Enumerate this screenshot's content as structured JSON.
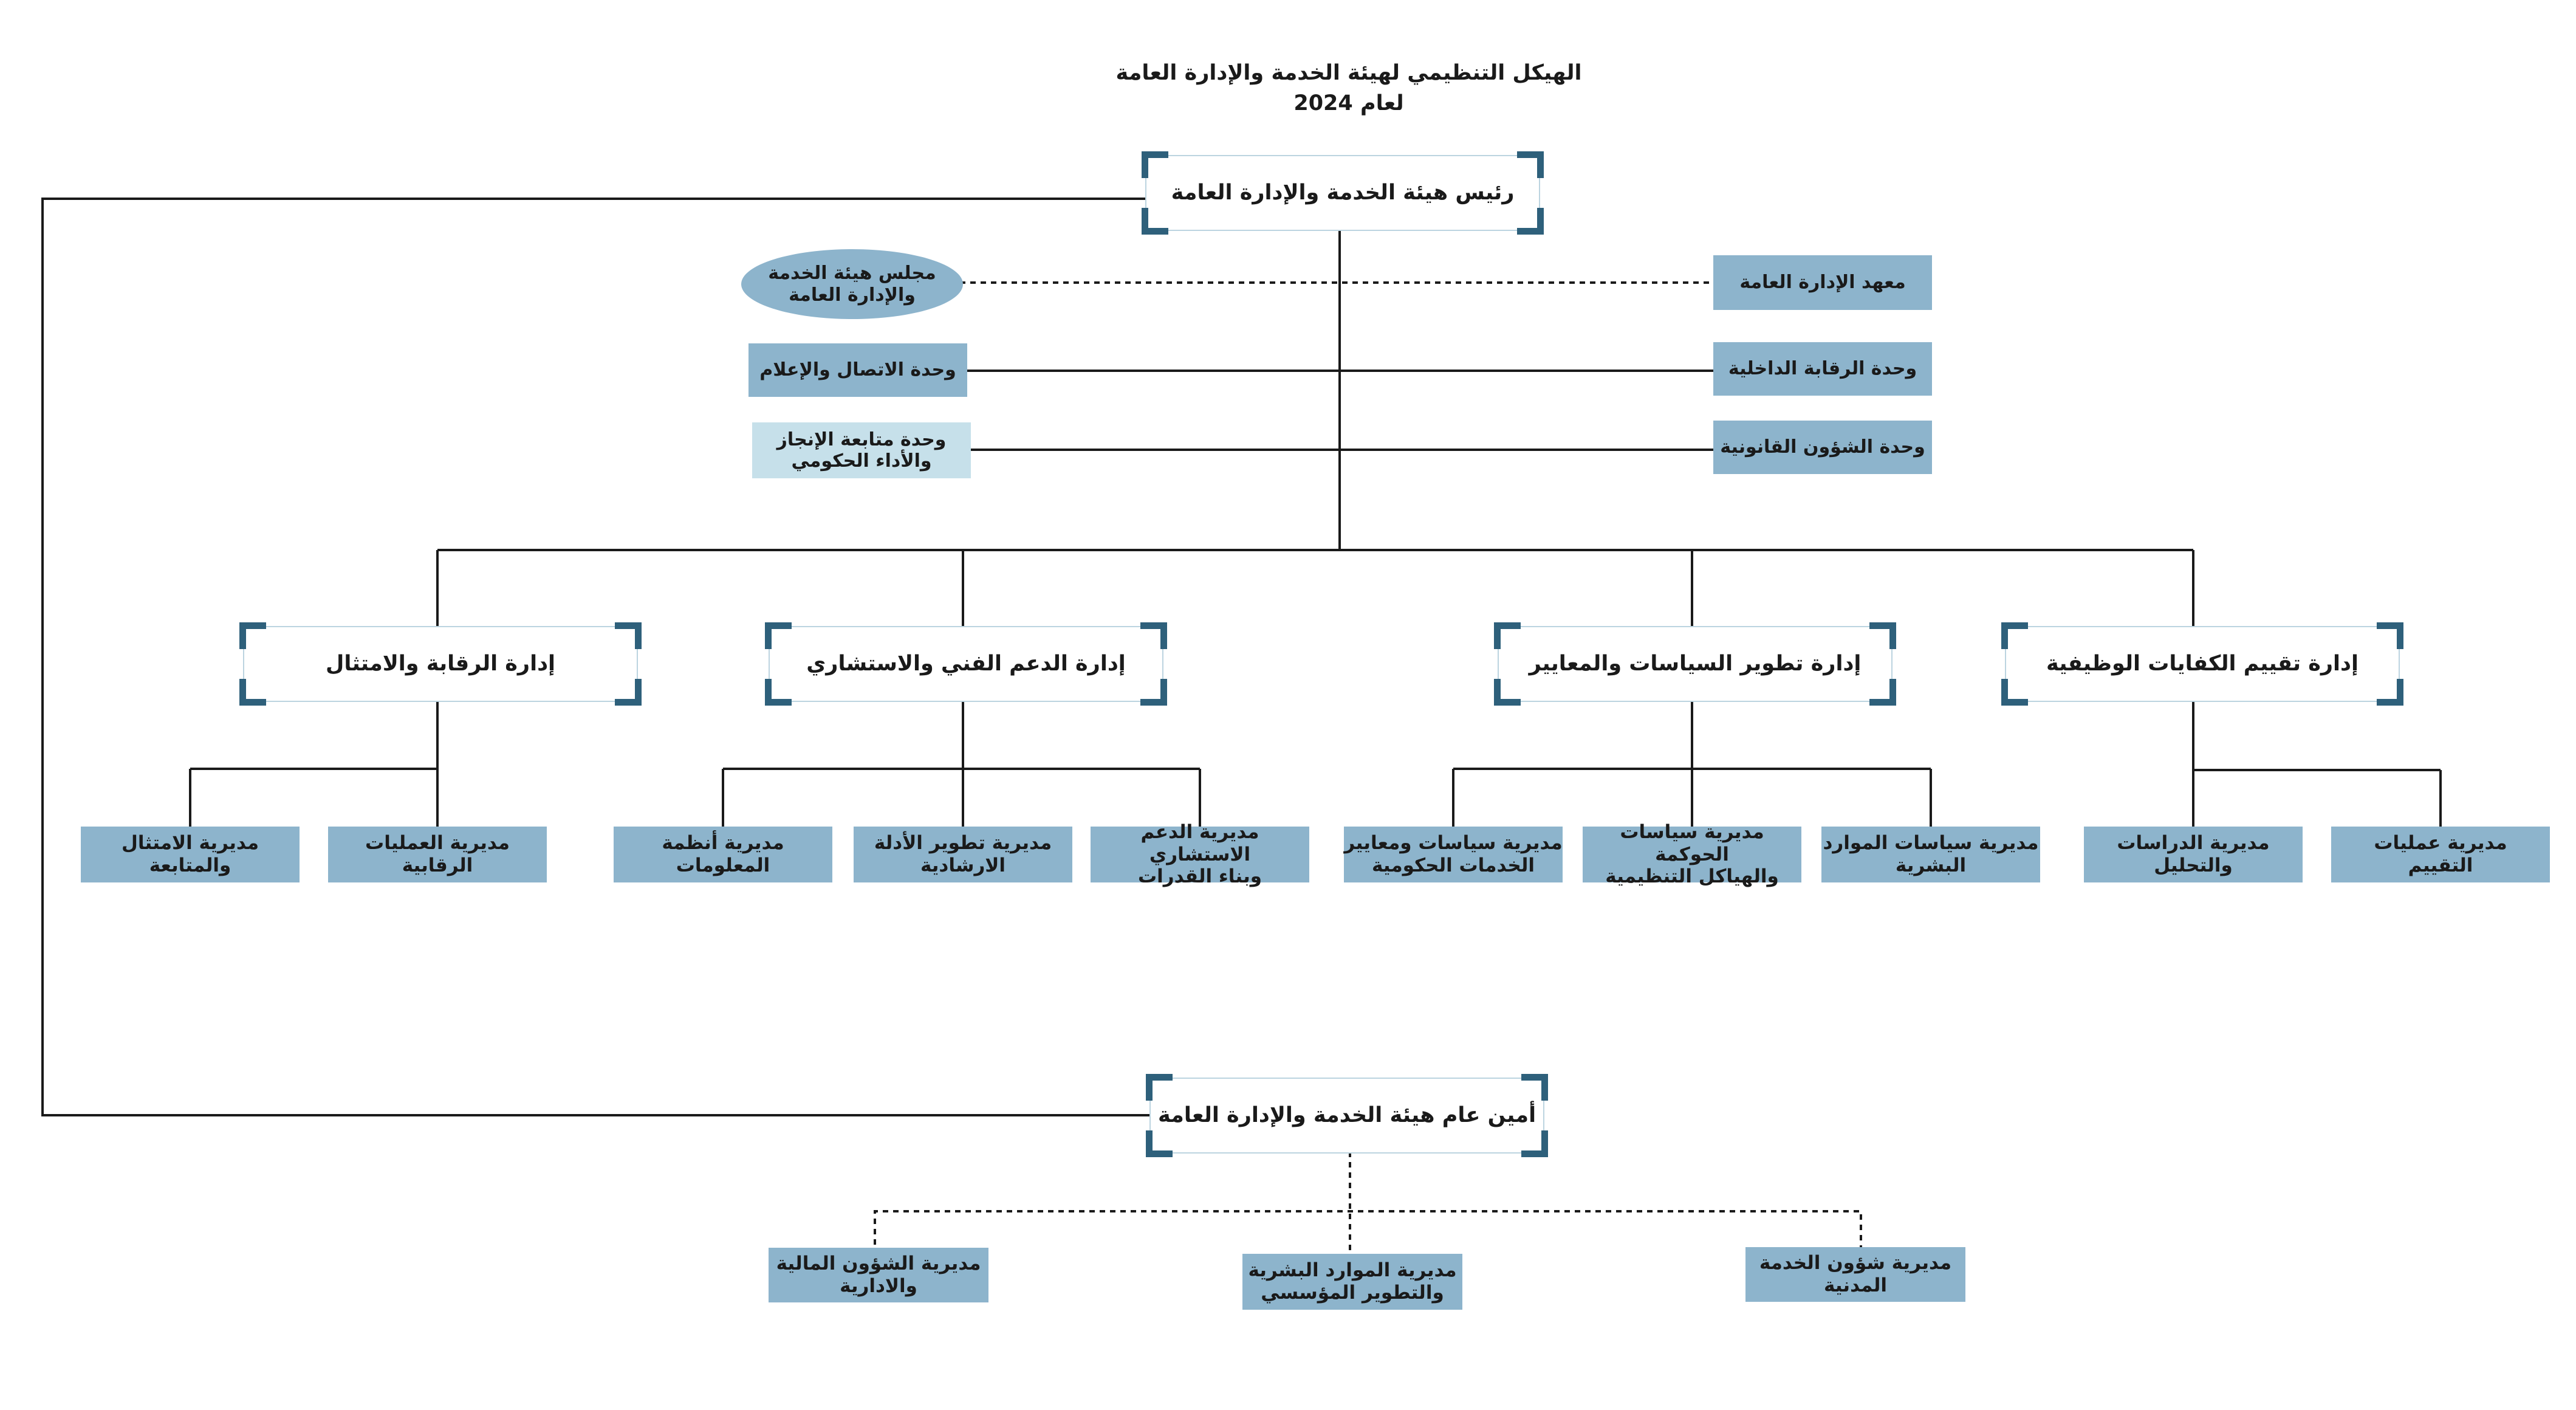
{
  "title": {
    "line1": "الهيكل التنظيمي لهيئة الخدمة والإدارة العامة",
    "line2": "لعام 2024"
  },
  "president": "رئيس هيئة الخدمة والإدارة العامة",
  "secretary_general": "أمين عام هيئة الخدمة والإدارة العامة",
  "council": {
    "line1": "مجلس هيئة الخدمة",
    "line2": "والإدارة العامة"
  },
  "institute": "معهد الإدارة العامة",
  "units": {
    "internal_audit": "وحدة الرقابة الداخلية",
    "legal_affairs": "وحدة الشؤون القانونية",
    "communication_media": "وحدة الاتصال والإعلام",
    "performance_followup": {
      "line1": "وحدة متابعة الإنجاز",
      "line2": "والأداء الحكومي"
    }
  },
  "departments": [
    {
      "label": "إدارة تقييم الكفايات الوظيفية",
      "directorates": [
        {
          "line1": "مديرية عمليات",
          "line2": "التقييم"
        },
        {
          "line1": "مديرية الدراسات",
          "line2": "والتحليل"
        }
      ]
    },
    {
      "label": "إدارة تطوير السياسات والمعايير",
      "directorates": [
        {
          "line1": "مديرية سياسات الموارد",
          "line2": "البشرية"
        },
        {
          "line1": "مديرية سياسات الحوكمة",
          "line2": "والهياكل التنظيمية"
        },
        {
          "line1": "مديرية سياسات ومعايير",
          "line2": "الخدمات الحكومية"
        }
      ]
    },
    {
      "label": "إدارة الدعم الفني والاستشاري",
      "directorates": [
        {
          "line1": "مديرية الدعم الاستشاري",
          "line2": "وبناء القدرات"
        },
        {
          "line1": "مديرية تطوير الأدلة",
          "line2": "الارشادية"
        },
        {
          "line1": "مديرية أنظمة",
          "line2": "المعلومات"
        }
      ]
    },
    {
      "label": "إدارة الرقابة والامتثال",
      "directorates": [
        {
          "line1": "مديرية العمليات",
          "line2": "الرقابية"
        },
        {
          "line1": "مديرية الامتثال",
          "line2": "والمتابعة"
        }
      ]
    }
  ],
  "secretariat_directorates": [
    {
      "line1": "مديرية شؤون الخدمة",
      "line2": "المدنية"
    },
    {
      "line1": "مديرية الموارد البشرية",
      "line2": "والتطوير المؤسسي"
    },
    {
      "line1": "مديرية الشؤون المالية",
      "line2": "والادارية"
    }
  ],
  "colors": {
    "box_fill": "#8db4cc",
    "box_fill_light": "#c6e0ea",
    "frame_corner": "#2e607b",
    "frame_border": "#bcd4e0",
    "line": "#1a1a1a"
  }
}
